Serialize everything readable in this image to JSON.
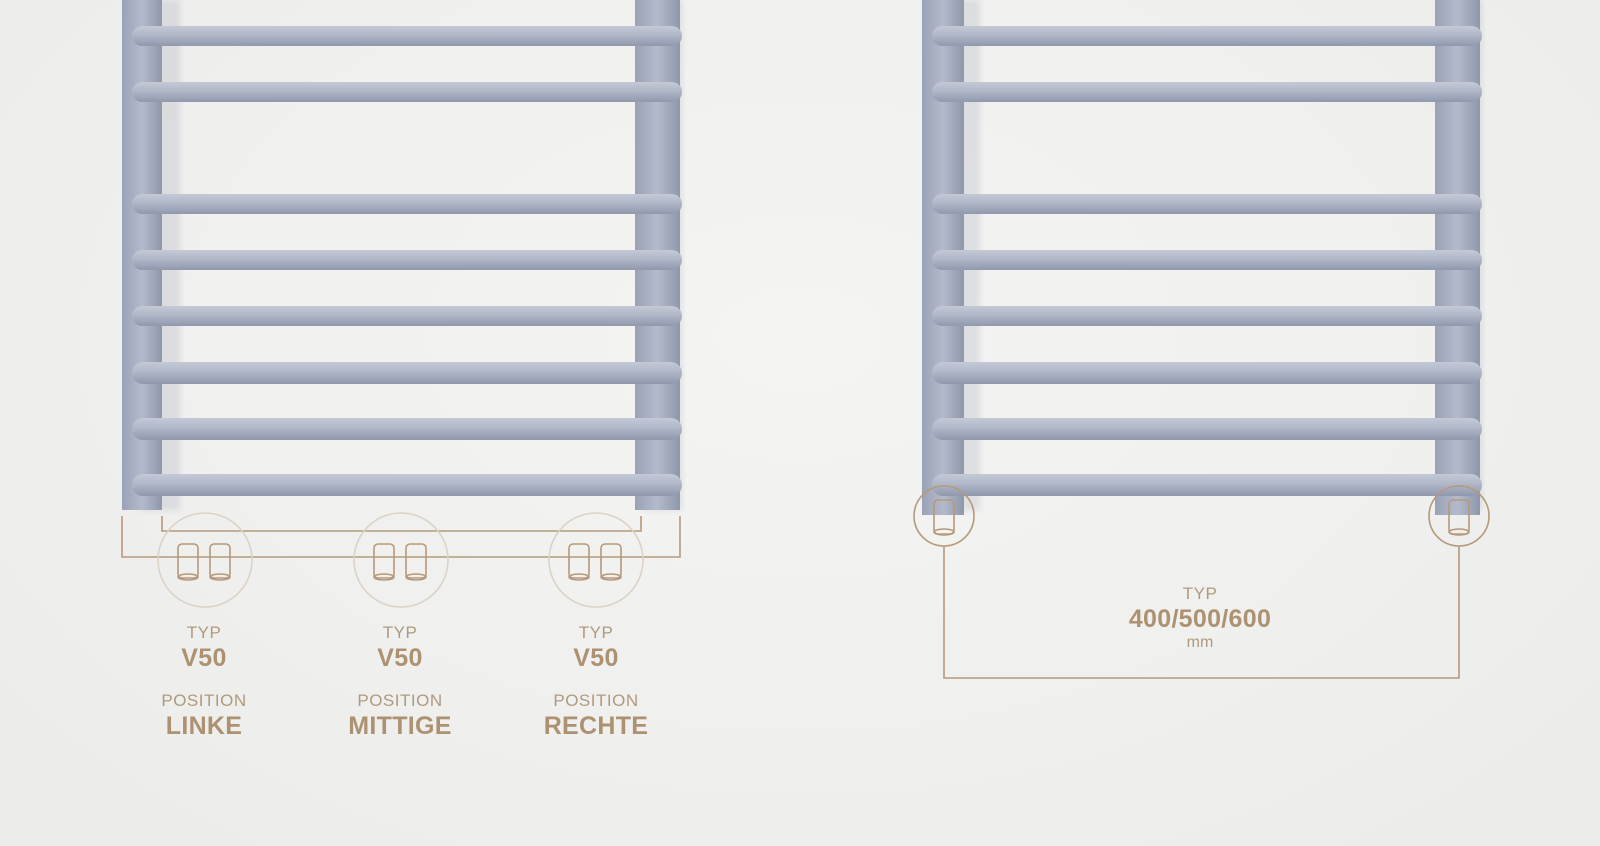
{
  "colors": {
    "radiator": "#a9b1c4",
    "radiator_shadow": "#8e97ab",
    "radiator_highlight": "#c4cad8",
    "accent": "#b6997a",
    "circle": "#dcd2c6"
  },
  "left_options": [
    {
      "type_label": "TYP",
      "type_value": "V50",
      "position_label": "POSITION",
      "position_value": "LINKE"
    },
    {
      "type_label": "TYP",
      "type_value": "V50",
      "position_label": "POSITION",
      "position_value": "MITTIGE"
    },
    {
      "type_label": "TYP",
      "type_value": "V50",
      "position_label": "POSITION",
      "position_value": "RECHTE"
    }
  ],
  "right_option": {
    "type_label": "TYP",
    "type_value": "400/500/600",
    "unit": "mm"
  },
  "icons": [
    "valve-pair-icon",
    "valve-pair-icon",
    "valve-pair-icon",
    "valve-single-icon",
    "valve-single-icon"
  ]
}
